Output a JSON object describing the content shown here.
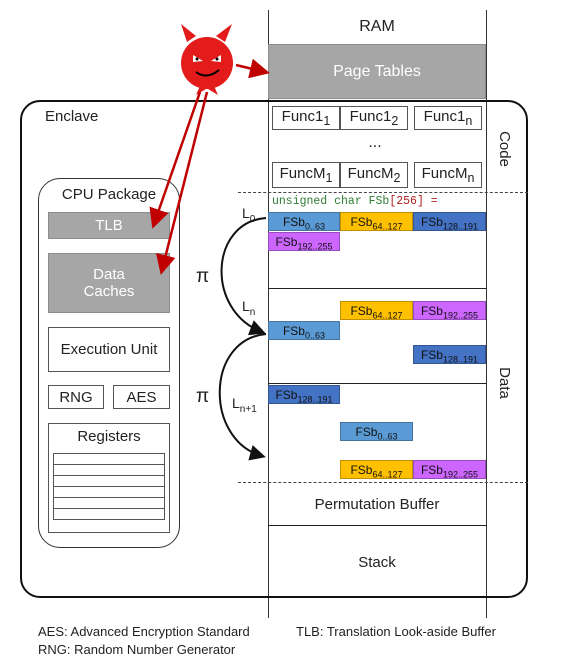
{
  "ram": {
    "title": "RAM",
    "page_tables": "Page Tables",
    "code_label": "Code",
    "data_label": "Data",
    "func1": [
      "Func1",
      "1",
      "Func1",
      "2",
      "Func1",
      "n"
    ],
    "ellipsis": "...",
    "funcM": [
      "FuncM",
      "1",
      "FuncM",
      "2",
      "FuncM",
      "n"
    ],
    "fsb_decl": [
      "unsigned char ",
      "FSb",
      "[256] ="
    ],
    "permutation_buffer": "Permutation Buffer",
    "stack": "Stack"
  },
  "enclave": {
    "label": "Enclave"
  },
  "cpu": {
    "title": "CPU Package",
    "tlb": "TLB",
    "data_caches_1": "Data",
    "data_caches_2": "Caches",
    "execution_unit": "Execution Unit",
    "rng": "RNG",
    "aes": "AES",
    "registers": "Registers"
  },
  "layout_labels": {
    "L0": "L",
    "L0_sub": "0",
    "Ln": "L",
    "Ln_sub": "n",
    "Ln1": "L",
    "Ln1_sub": "n+1",
    "pi": "π"
  },
  "fsb_blocks": {
    "l0": [
      {
        "name": "FSb",
        "sub": "0..63",
        "color": "#5b9bd5"
      },
      {
        "name": "FSb",
        "sub": "64..127",
        "color": "#ffc000"
      },
      {
        "name": "FSb",
        "sub": "128..191",
        "color": "#4472c4"
      },
      {
        "name": "FSb",
        "sub": "192..255",
        "color": "#cc66ff"
      }
    ],
    "ln": [
      {
        "name": "FSb",
        "sub": "64..127",
        "color": "#ffc000"
      },
      {
        "name": "FSb",
        "sub": "192..255",
        "color": "#cc66ff"
      },
      {
        "name": "FSb",
        "sub": "0..63",
        "color": "#5b9bd5"
      },
      {
        "name": "FSb",
        "sub": "128..191",
        "color": "#4472c4"
      }
    ],
    "ln1": [
      {
        "name": "FSb",
        "sub": "128..191",
        "color": "#4472c4"
      },
      {
        "name": "FSb",
        "sub": "0..63",
        "color": "#5b9bd5"
      },
      {
        "name": "FSb",
        "sub": "64..127",
        "color": "#ffc000"
      },
      {
        "name": "FSb",
        "sub": "192..255",
        "color": "#cc66ff"
      }
    ]
  },
  "legend": {
    "aes": "AES: Advanced Encryption Standard",
    "rng": "RNG: Random Number Generator",
    "tlb": "TLB: Translation Look-aside Buffer"
  },
  "colors": {
    "attacker": "#e31b1b",
    "arrow": "#c00000",
    "grey_box": "#a6a6a6",
    "code_green": "#2e7d32"
  }
}
